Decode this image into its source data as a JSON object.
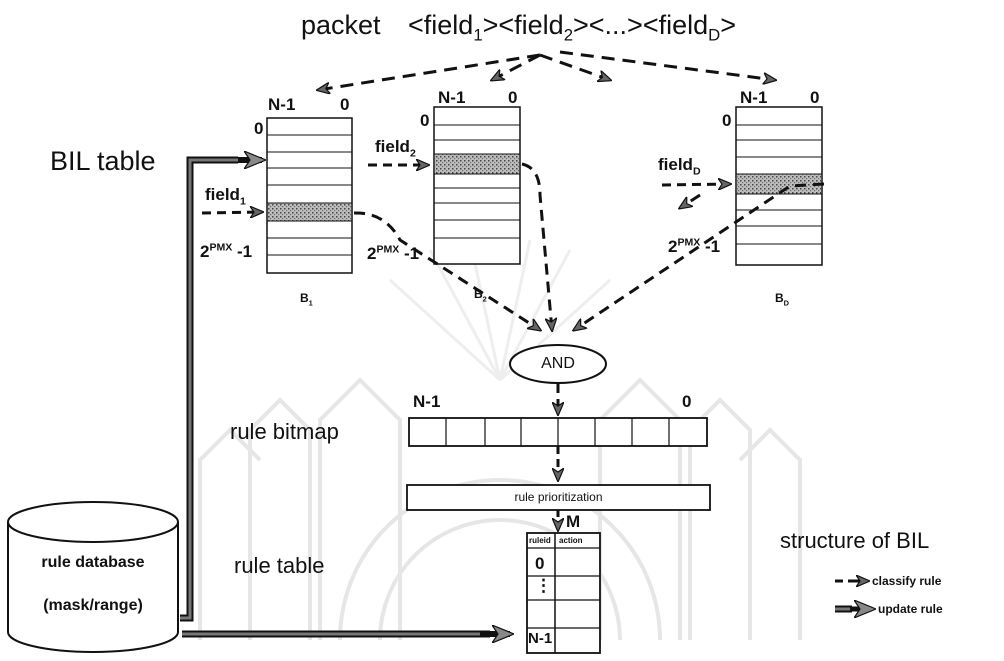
{
  "packet": {
    "prefix": "packet",
    "fields": "<field₁><field₂><...><field_D>"
  },
  "bil_table_label": "BIL table",
  "tables": [
    {
      "name": "B1",
      "msb": "N-1",
      "lsb": "0",
      "row_top": "0",
      "row_bottom": "2^PMX - 1",
      "field": "field1"
    },
    {
      "name": "B2",
      "msb": "N-1",
      "lsb": "0",
      "row_top": "0",
      "row_bottom": "2^PMX - 1",
      "field": "field2"
    },
    {
      "name": "BD",
      "msb": "N-1",
      "lsb": "0",
      "row_top": "0",
      "row_bottom": "2^PMX - 1",
      "field": "fieldD"
    }
  ],
  "and_gate": "AND",
  "bitmap": {
    "label": "rule bitmap",
    "msb": "N-1",
    "lsb": "0"
  },
  "prioritization": "rule prioritization",
  "m_label": "M",
  "database": {
    "line1": "rule database",
    "line2": "(mask/range)"
  },
  "rule_table": {
    "label": "rule table",
    "col1": "ruleid",
    "col2": "action",
    "row_first": "0",
    "row_mid": "⋮",
    "row_last": "N-1"
  },
  "legend": {
    "title": "structure of BIL",
    "classify": "classify rule",
    "update": "update rule"
  }
}
